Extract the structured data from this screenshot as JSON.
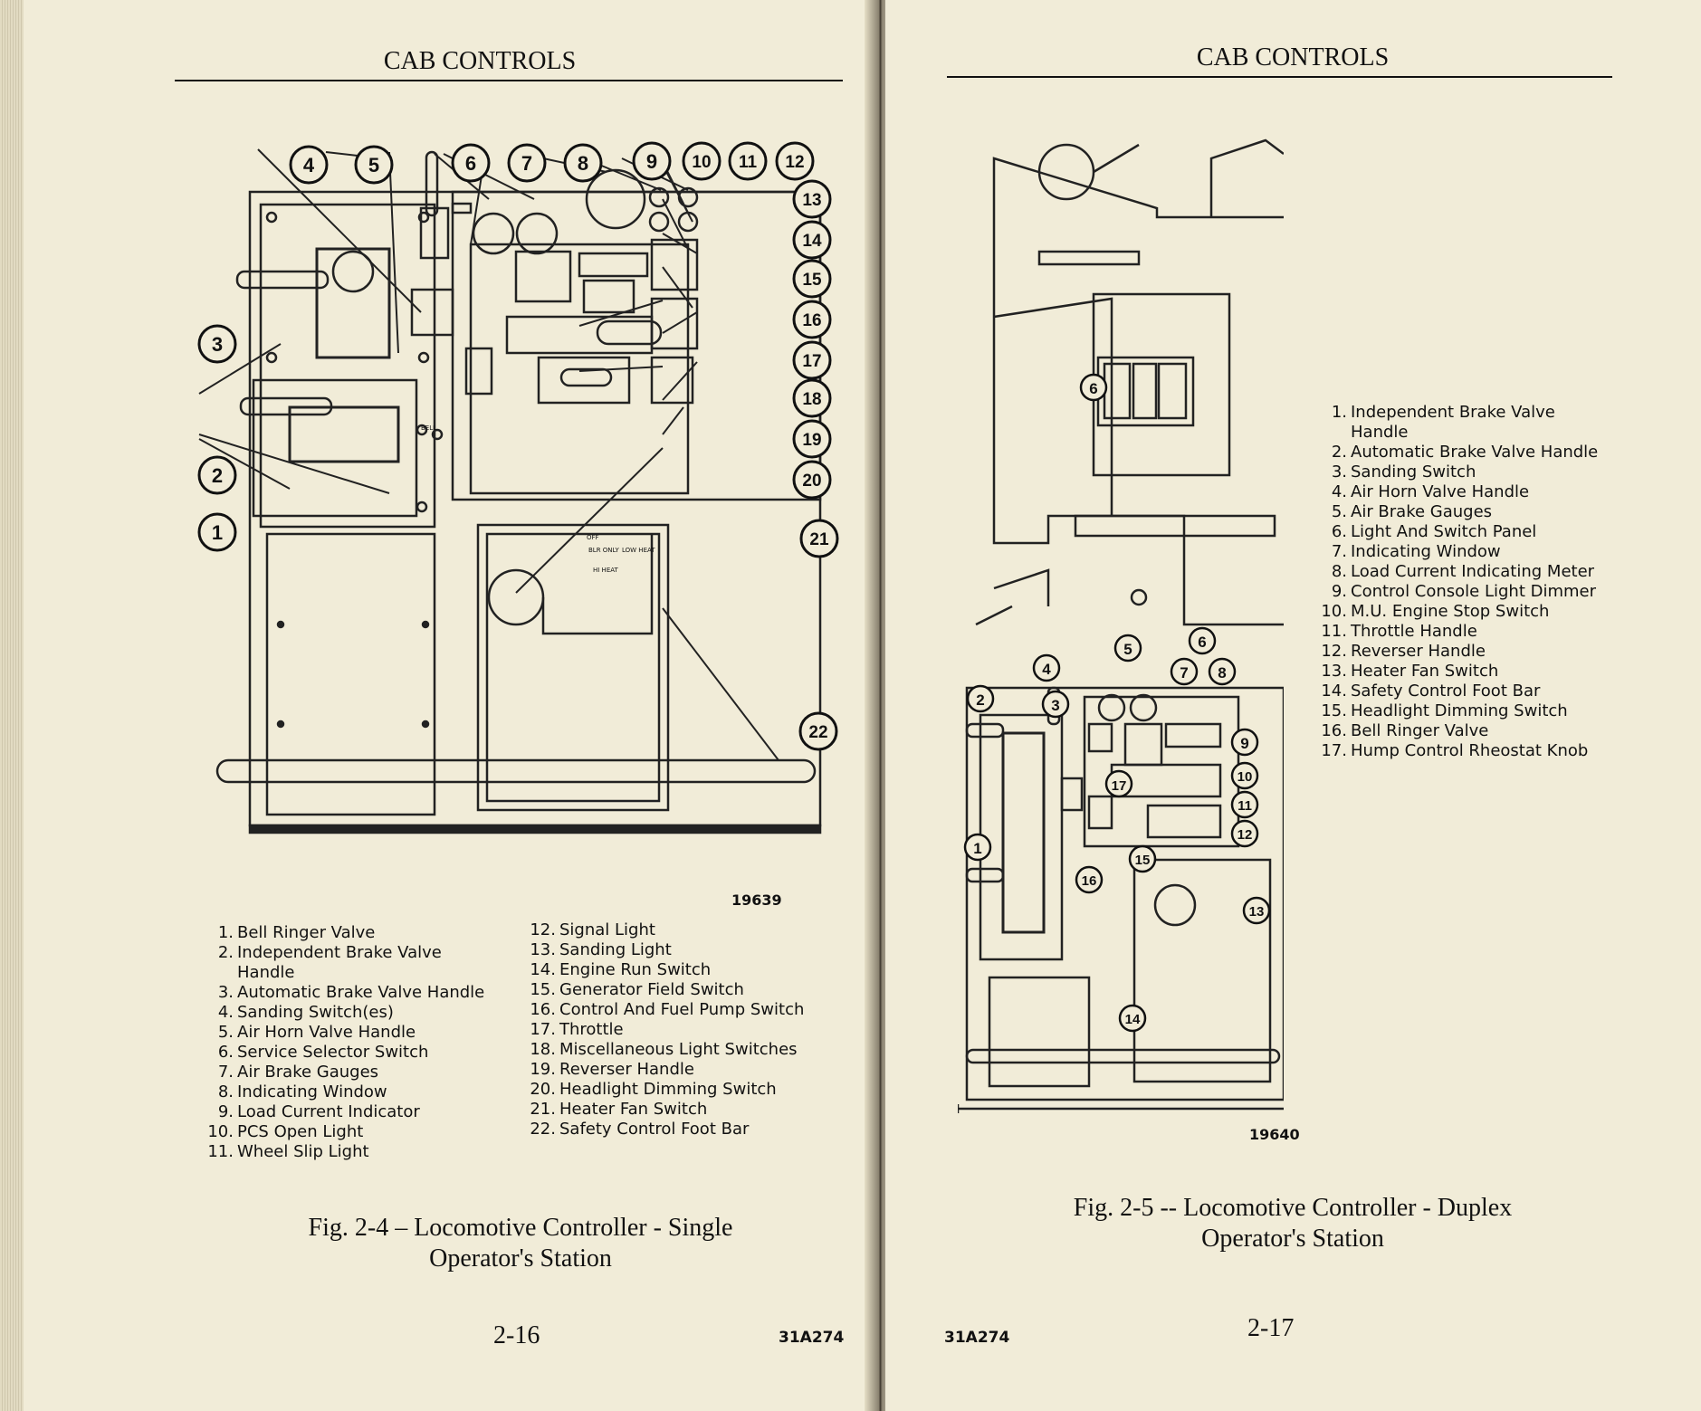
{
  "left_page": {
    "header": "CAB CONTROLS",
    "figure_number": "19639",
    "callouts": [
      "1",
      "2",
      "3",
      "4",
      "5",
      "6",
      "7",
      "8",
      "9",
      "10",
      "11",
      "12",
      "13",
      "14",
      "15",
      "16",
      "17",
      "18",
      "19",
      "20",
      "21",
      "22"
    ],
    "heater_dial": {
      "off": "OFF",
      "blr_only": "BLR ONLY",
      "low_heat": "LOW HEAT",
      "hi_heat": "HI HEAT"
    },
    "bell_label": "BELL",
    "legend_col1": [
      {
        "n": "1.",
        "t": "Bell Ringer Valve"
      },
      {
        "n": "2.",
        "t": "Independent Brake Valve Handle"
      },
      {
        "n": "3.",
        "t": "Automatic Brake Valve Handle"
      },
      {
        "n": "4.",
        "t": "Sanding Switch(es)"
      },
      {
        "n": "5.",
        "t": "Air Horn Valve Handle"
      },
      {
        "n": "6.",
        "t": "Service Selector Switch"
      },
      {
        "n": "7.",
        "t": "Air Brake Gauges"
      },
      {
        "n": "8.",
        "t": "Indicating Window"
      },
      {
        "n": "9.",
        "t": "Load Current Indicator"
      },
      {
        "n": "10.",
        "t": "PCS Open Light"
      },
      {
        "n": "11.",
        "t": "Wheel Slip Light"
      }
    ],
    "legend_col2": [
      {
        "n": "12.",
        "t": "Signal Light"
      },
      {
        "n": "13.",
        "t": "Sanding Light"
      },
      {
        "n": "14.",
        "t": "Engine Run Switch"
      },
      {
        "n": "15.",
        "t": "Generator Field Switch"
      },
      {
        "n": "16.",
        "t": "Control And Fuel Pump Switch"
      },
      {
        "n": "17.",
        "t": "Throttle"
      },
      {
        "n": "18.",
        "t": "Miscellaneous Light Switches"
      },
      {
        "n": "19.",
        "t": "Reverser Handle"
      },
      {
        "n": "20.",
        "t": "Headlight Dimming Switch"
      },
      {
        "n": "21.",
        "t": "Heater Fan Switch"
      },
      {
        "n": "22.",
        "t": "Safety Control Foot Bar"
      }
    ],
    "caption_line1": "Fig. 2-4 – Locomotive Controller - Single",
    "caption_line2": "Operator's Station",
    "page_number": "2-16",
    "doc_number": "31A274"
  },
  "right_page": {
    "header": "CAB CONTROLS",
    "figure_number": "19640",
    "callouts": [
      "1",
      "2",
      "3",
      "4",
      "5",
      "6",
      "7",
      "8",
      "9",
      "10",
      "11",
      "12",
      "13",
      "14",
      "15",
      "16",
      "17"
    ],
    "legend": [
      {
        "n": "1.",
        "t": "Independent Brake Valve Handle"
      },
      {
        "n": "2.",
        "t": "Automatic Brake Valve Handle"
      },
      {
        "n": "3.",
        "t": "Sanding Switch"
      },
      {
        "n": "4.",
        "t": "Air Horn Valve Handle"
      },
      {
        "n": "5.",
        "t": "Air Brake Gauges"
      },
      {
        "n": "6.",
        "t": "Light And Switch Panel"
      },
      {
        "n": "7.",
        "t": "Indicating Window"
      },
      {
        "n": "8.",
        "t": "Load Current Indicating Meter"
      },
      {
        "n": "9.",
        "t": "Control Console Light Dimmer"
      },
      {
        "n": "10.",
        "t": "M.U. Engine Stop Switch"
      },
      {
        "n": "11.",
        "t": "Throttle Handle"
      },
      {
        "n": "12.",
        "t": "Reverser Handle"
      },
      {
        "n": "13.",
        "t": "Heater Fan Switch"
      },
      {
        "n": "14.",
        "t": "Safety Control Foot Bar"
      },
      {
        "n": "15.",
        "t": "Headlight Dimming Switch"
      },
      {
        "n": "16.",
        "t": "Bell Ringer Valve"
      },
      {
        "n": "17.",
        "t": "Hump Control Rheostat Knob"
      }
    ],
    "caption_line1": "Fig. 2-5 -- Locomotive Controller - Duplex",
    "caption_line2": "Operator's Station",
    "page_number": "2-17",
    "doc_number": "31A274"
  }
}
